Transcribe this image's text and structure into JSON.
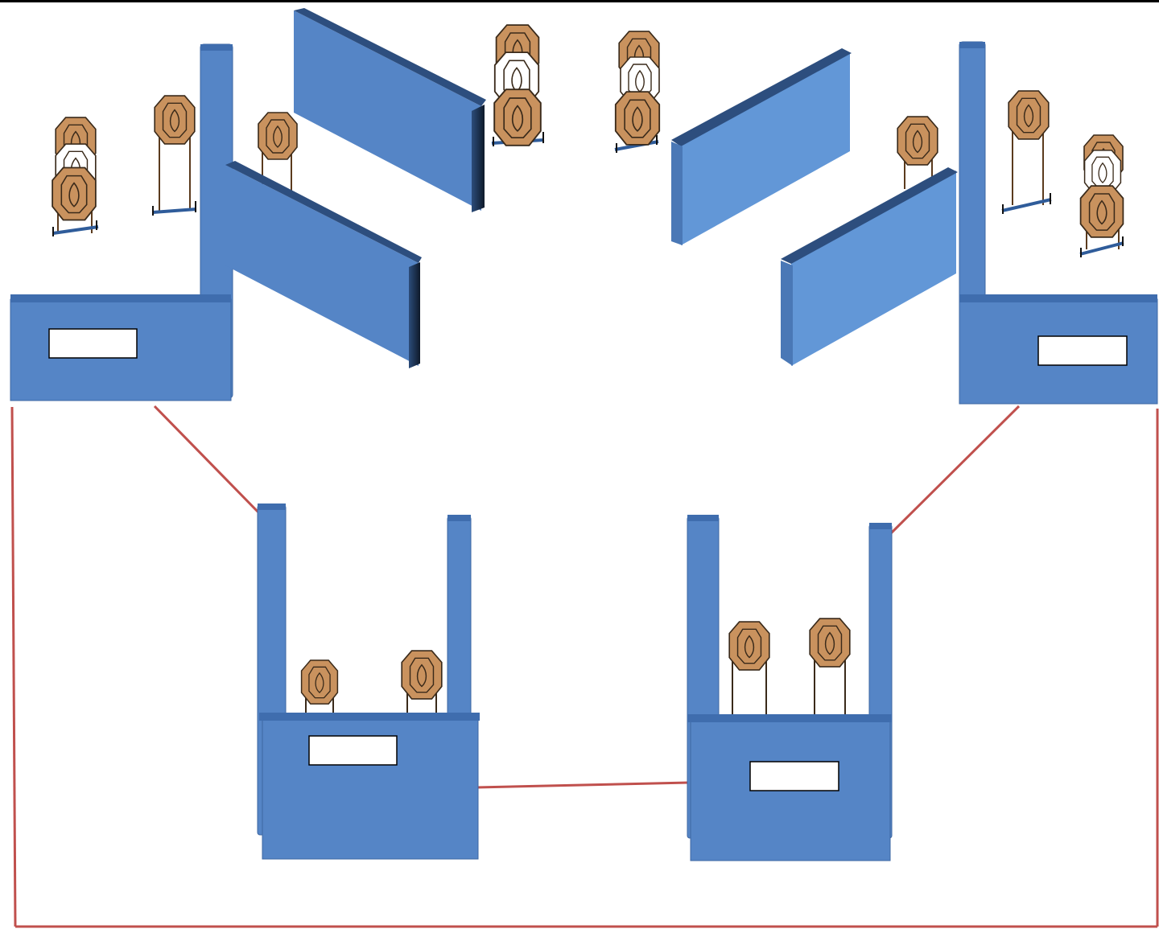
{
  "diagram": {
    "title": "",
    "description_labels": [
      "",
      "",
      "",
      ""
    ],
    "colors": {
      "barricade_fill": "#5585C6",
      "barricade_side": "#2D4E7E",
      "barricade_light": "#6A9BDA",
      "target_paper": "#C9925E",
      "target_outline": "#3A2A1A",
      "no_shoot_fill": "#FFFFFF",
      "fault_line": "#C0504D",
      "stand_base": "#2F5C9A",
      "label_box_fill": "#FFFFFF",
      "label_box_border": "#000000"
    },
    "shooting_positions": [
      {
        "id": "P1",
        "label": ""
      },
      {
        "id": "P2",
        "label": ""
      },
      {
        "id": "P3",
        "label": ""
      },
      {
        "id": "P4",
        "label": ""
      }
    ],
    "targets": {
      "paper_targets": 12,
      "no_shoot_targets": 4
    },
    "icons": [
      "paper-target-icon",
      "no-shoot-target-icon",
      "barricade-wall-icon",
      "target-stand-icon",
      "fault-line-icon"
    ]
  }
}
